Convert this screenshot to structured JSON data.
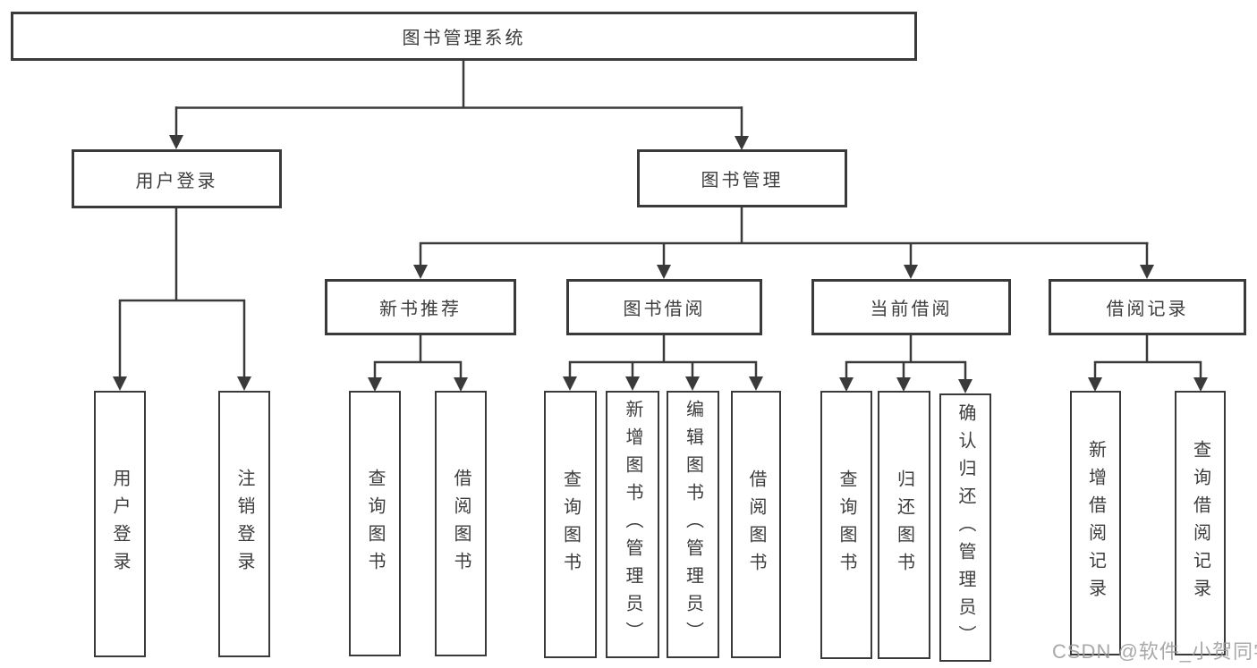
{
  "diagram": {
    "root": "图书管理系统",
    "level2": {
      "user": "用户登录",
      "mgmt": "图书管理"
    },
    "user_children": [
      "用户登录",
      "注销登录"
    ],
    "sections": [
      "新书推荐",
      "图书借阅",
      "当前借阅",
      "借阅记录"
    ],
    "new_book_children": [
      "查询图书",
      "借阅图书"
    ],
    "book_borrow_children": [
      "查询图书",
      "新增图书（管理员）",
      "编辑图书（管理员）",
      "借阅图书"
    ],
    "current_borrow_children": [
      "查询图书",
      "归还图书",
      "确认归还（管理员）"
    ],
    "borrow_record_children": [
      "新增借阅记录",
      "查询借阅记录"
    ]
  },
  "watermark": {
    "text": "CSDN @软件_小贺同学"
  },
  "colors": {
    "line": "#3a3a3a",
    "text": "#3d3d3d",
    "watermark": "#9a9a9a",
    "background": "#ffffff"
  }
}
